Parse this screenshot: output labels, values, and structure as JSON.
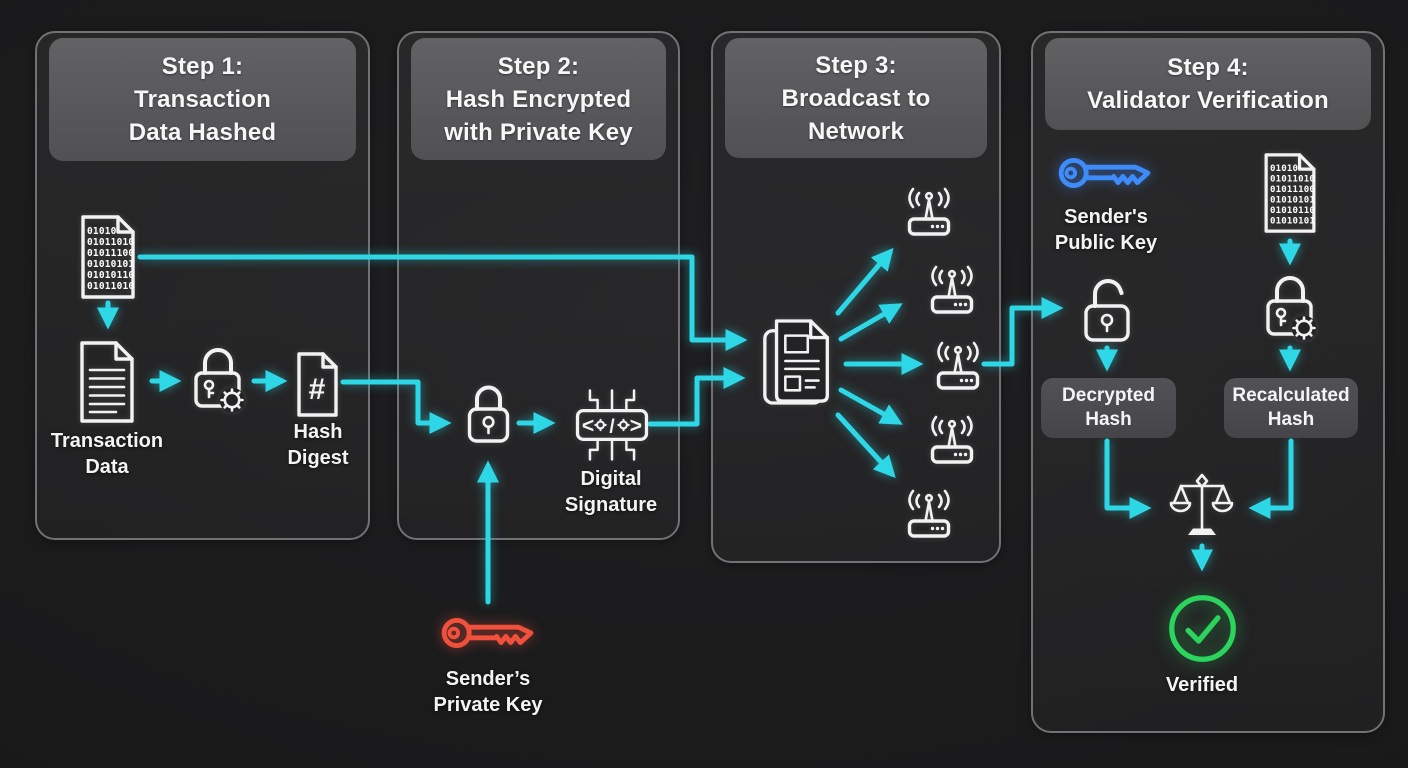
{
  "colors": {
    "accent_cyan": "#2ed7e6",
    "private_key_red": "#f0503c",
    "public_key_blue": "#3e8bfa",
    "verified_green": "#2bd45c",
    "panel_border": "#717176",
    "header_bg": "#59595c"
  },
  "steps": [
    {
      "title": "Step 1:\nTransaction\nData Hashed"
    },
    {
      "title": "Step 2:\nHash Encrypted\nwith Private Key"
    },
    {
      "title": "Step 3:\nBroadcast to\nNetwork"
    },
    {
      "title": "Step 4:\nValidator Verification"
    }
  ],
  "labels": {
    "transaction_data": "Transaction\nData",
    "hash_digest": "Hash\nDigest",
    "digital_signature": "Digital\nSignature",
    "senders_private_key": "Sender’s\nPrivate Key",
    "senders_public_key": "Sender's\nPublic Key",
    "decrypted_hash": "Decrypted\nHash",
    "recalculated_hash": "Recalculated\nHash",
    "verified": "Verified"
  },
  "icons": {
    "binary_doc_1_lines": [
      "01010",
      "01011010",
      "01011100",
      "01010101",
      "01010110",
      "01011010"
    ],
    "binary_doc_2_lines": [
      "01010",
      "01011010",
      "01011100",
      "01010101",
      "01010110",
      "01010101"
    ],
    "hash_symbol": "#",
    "signature_open": "<",
    "signature_slash": "/",
    "signature_close": ">"
  }
}
